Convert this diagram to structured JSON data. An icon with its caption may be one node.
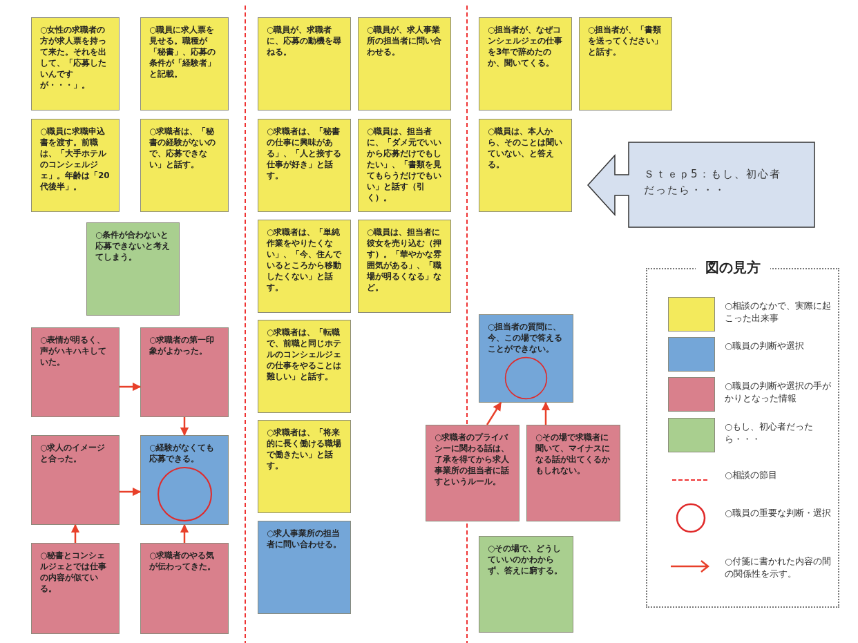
{
  "diagram": {
    "nodes": [
      {
        "text": [
          "○女性の求職者の方が求人票を持って来た。それを出して、「応募したいんですが・・・」。"
        ]
      },
      {
        "text": [
          "○職員に求人票を見せる。職種が「秘書」、応募の条件が「経験者」と記載。"
        ]
      },
      {
        "text": [
          "○職員に求職申込書を渡す。前職は、「大手ホテルのコンシェルジェ」。年齢は「20代後半」。"
        ]
      },
      {
        "text": [
          "○求職者は、「秘書の経験がないので、応募できない」と話す。"
        ]
      },
      {
        "text": [
          "○条件が合わないと応募できないと考えてしまう。"
        ]
      },
      {
        "text": [
          "○表情が明るく、声がハキハキしていた。"
        ]
      },
      {
        "text": [
          "○求職者の第一印象がよかった。"
        ]
      },
      {
        "text": [
          "○求人のイメージと合った。"
        ]
      },
      {
        "text": [
          "○経験がなくても応募できる。"
        ]
      },
      {
        "text": [
          "○秘書とコンシェルジェとでは仕事の内容が似ている。"
        ]
      },
      {
        "text": [
          "○求職者のやる気が伝わってきた。"
        ]
      },
      {
        "text": [
          "○職員が、求職者に、応募の動機を尋ねる。"
        ]
      },
      {
        "text": [
          "○職員が、求人事業所の担当者に問い合わせる。"
        ]
      },
      {
        "text": [
          "○求職者は、「秘書の仕事に興味がある」、「人と接する仕事が好き」と話す。"
        ]
      },
      {
        "text": [
          "○職員は、担当者に、「ダメ元でいいから応募だけでもしたい」、「書類を見てもらうだけでもいい」と話す（引く）。"
        ]
      },
      {
        "text": [
          "○求職者は、「単純作業をやりたくない」、「今、住んでいるところから移動したくない」と話す。"
        ]
      },
      {
        "text": [
          "○職員は、担当者に彼女を売り込む（押す）。「華やかな雰囲気がある」、「職場が明るくなる」など。"
        ]
      },
      {
        "text": [
          "○求職者は、「転職で、前職と同じホテルのコンシェルジェの仕事をやることは難しい」と話す。"
        ]
      },
      {
        "text": [
          "○求職者は、「将来的に長く働ける職場で働きたい」と話す。"
        ]
      },
      {
        "text": [
          "○求人事業所の担当者に問い合わせる。"
        ]
      },
      {
        "text": [
          "○担当者が、なぜコンシェルジェの仕事を3年で辞めたのか、聞いてくる。"
        ]
      },
      {
        "text": [
          "○担当者が、「書類を送ってください」と話す。"
        ]
      },
      {
        "text": [
          "○職員は、本人から、そのことは聞いていない、と答える。"
        ]
      },
      {
        "text": [
          "Ｓｔｅｐ5：もし、初心者だったら・・・"
        ]
      },
      {
        "text": [
          "○担当者の質問に、今、この場で答えることができない。"
        ]
      },
      {
        "text": [
          "○求職者のプライバシーに関わる話は、了承を得てから求人事業所の担当者に話すというルール。"
        ]
      },
      {
        "text": [
          "○その場で求職者に聞いて、マイナスになる話が出てくるかもしれない。"
        ]
      },
      {
        "text": [
          "○その場で、どうしていいのかわからず、答えに窮する。"
        ]
      }
    ],
    "edges": [
      {
        "from": 5,
        "to": 6,
        "arrow": "to"
      },
      {
        "from": 6,
        "to": 8,
        "arrow": "to"
      },
      {
        "from": 7,
        "to": 8,
        "arrow": "to"
      },
      {
        "from": 9,
        "to": 7,
        "arrow": "to"
      },
      {
        "from": 10,
        "to": 8,
        "arrow": "to"
      },
      {
        "from": 25,
        "to": 24,
        "arrow": "to"
      },
      {
        "from": 26,
        "to": 24,
        "arrow": "to"
      }
    ],
    "labels": [
      "図の見方"
    ],
    "legend": [
      {
        "text": "○相談のなかで、実際に起こった出来事",
        "color": "#f3ea5c"
      },
      {
        "text": "○職員の判断や選択",
        "color": "#74a6d8"
      },
      {
        "text": "○職員の判断や選択の手がかりとなった情報",
        "color": "#d9808c"
      },
      {
        "text": "○もし、初心者だったら・・・",
        "color": "#a9cf8f"
      },
      {
        "text": "○相談の節目"
      },
      {
        "text": "○職員の重要な判断・選択"
      },
      {
        "text": "○付箋に書かれた内容の間の関係性を示す。"
      }
    ]
  }
}
